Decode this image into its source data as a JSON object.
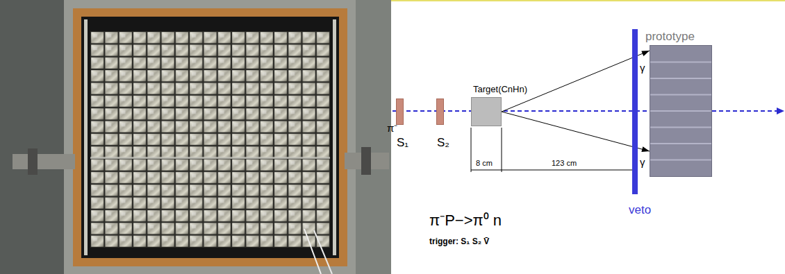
{
  "diagram": {
    "nodes": [
      {
        "text": [
          "S₁"
        ]
      },
      {
        "text": [
          "S₂"
        ]
      },
      {
        "text": [
          "Target(CnHn)"
        ]
      },
      {
        "text": [
          "veto"
        ]
      },
      {
        "text": [
          "prototype"
        ]
      }
    ],
    "edges": [
      {
        "from": 2,
        "to": 4,
        "arrow": "to",
        "label": "γ"
      },
      {
        "from": 2,
        "to": 4,
        "arrow": "to",
        "label": "γ"
      }
    ],
    "labels": [
      "π⁻",
      "8 cm",
      "123 cm",
      "π⁻P−>π⁰ n",
      "trigger: S₁ S₂ V̄"
    ]
  }
}
